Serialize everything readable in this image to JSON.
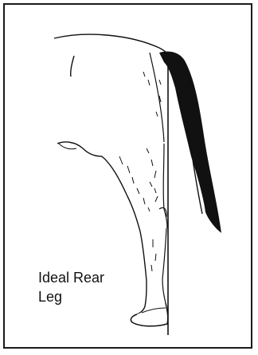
{
  "figure": {
    "caption_line1": "Ideal Rear",
    "caption_line2": "Leg"
  },
  "colors": {
    "ink": "#111111",
    "border": "#1a1a1a",
    "background": "#ffffff"
  },
  "icons": [
    "horse-hindquarter-illustration",
    "plumb-line",
    "horse-tail",
    "hoof"
  ]
}
